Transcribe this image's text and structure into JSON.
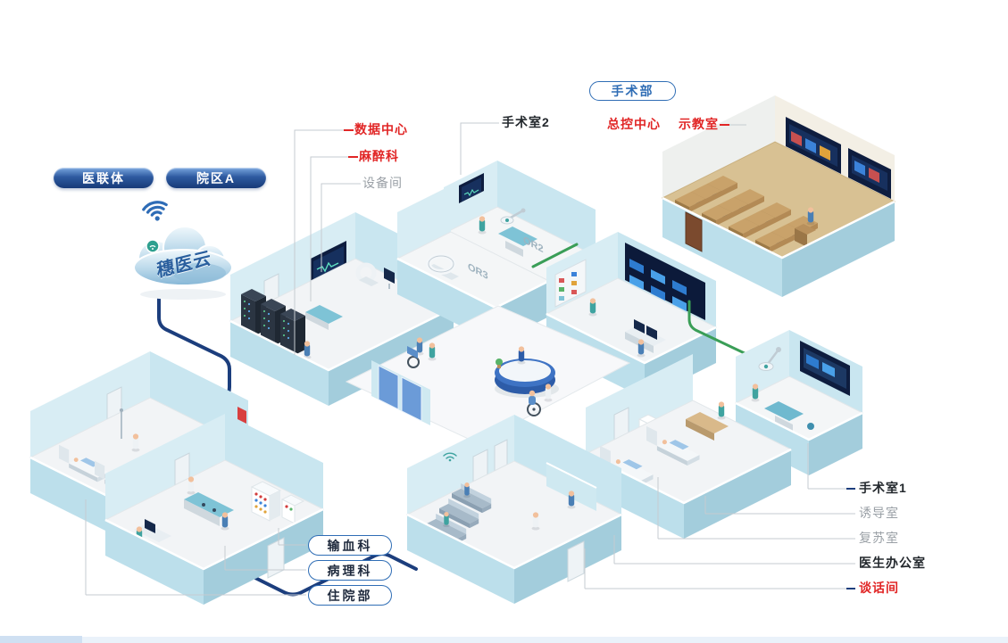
{
  "cloud": {
    "label": "穗医云"
  },
  "badges": {
    "alliance": "医联体",
    "campus": "院区A",
    "department": "手术部"
  },
  "left_callouts": [
    {
      "label": "数据中心",
      "style": "red"
    },
    {
      "label": "麻醉科",
      "style": "red"
    },
    {
      "label": "设备间",
      "style": "gray"
    }
  ],
  "or2_callout": {
    "label": "手术室2",
    "style": "dark"
  },
  "top_callouts": [
    {
      "label": "总控中心",
      "style": "red"
    },
    {
      "label": "示教室",
      "style": "red"
    }
  ],
  "bottom_pills": [
    {
      "label": "输血科"
    },
    {
      "label": "病理科"
    },
    {
      "label": "住院部"
    }
  ],
  "right_callouts": [
    {
      "label": "手术室1",
      "style": "dark"
    },
    {
      "label": "诱导室",
      "style": "gray"
    },
    {
      "label": "复苏室",
      "style": "gray"
    },
    {
      "label": "医生办公室",
      "style": "dark"
    },
    {
      "label": "谈话间",
      "style": "red"
    }
  ],
  "room_tags": {
    "or2": "OR2",
    "or3": "OR3"
  },
  "colors": {
    "label_red": "#e12626",
    "label_gray": "#9aa0a6",
    "label_dark": "#23282d",
    "pill_blue": "#2f6db5",
    "cable_navy": "#1c3e7d",
    "cable_green": "#3a9e57"
  }
}
